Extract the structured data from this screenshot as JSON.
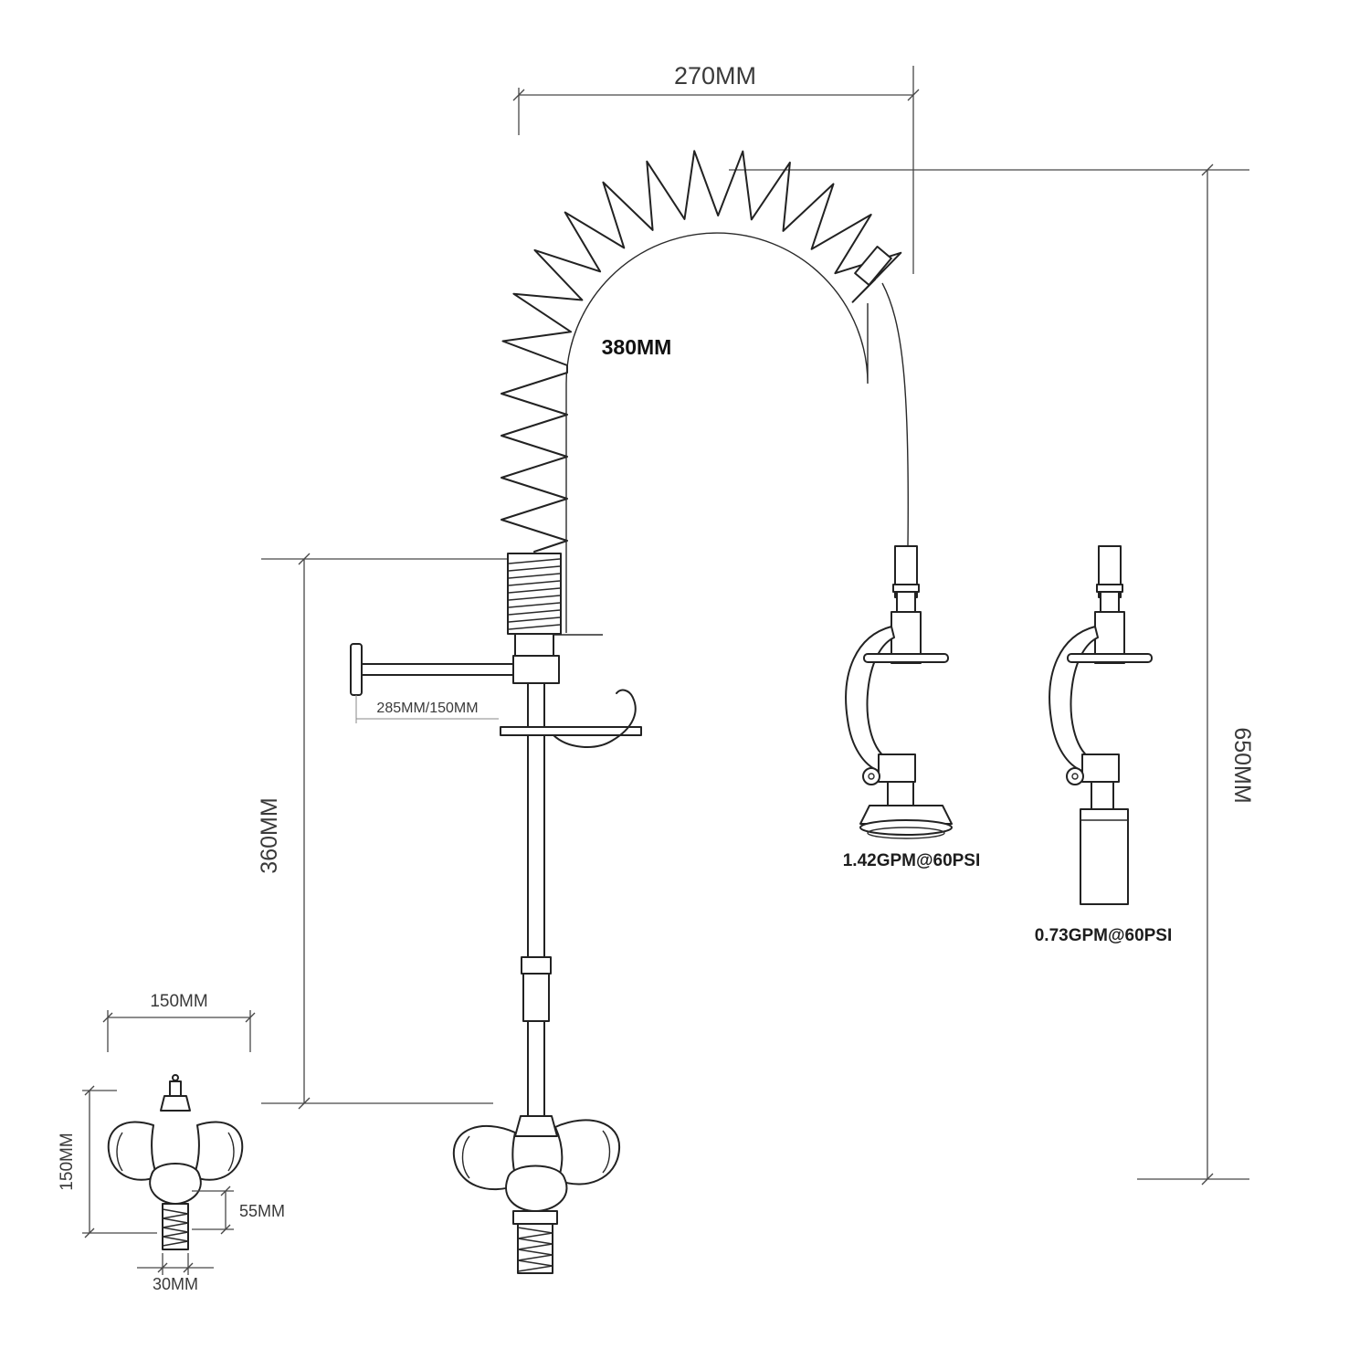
{
  "drawing": {
    "labels": {
      "top_width": "270MM",
      "hose_length": "380MM",
      "overall_height": "650MM",
      "riser_height": "360MM",
      "bracket_reach": "285MM/150MM",
      "spray_head_flow": "1.42GPM@60PSI",
      "nozzle_flow": "0.73GPM@60PSI",
      "base_width": "150MM",
      "base_height": "150MM",
      "shank_exposed_height": "55MM",
      "shank_diameter": "30MM"
    },
    "colors": {
      "line": "#222222",
      "dimension": "#474747",
      "background": "#ffffff"
    }
  }
}
